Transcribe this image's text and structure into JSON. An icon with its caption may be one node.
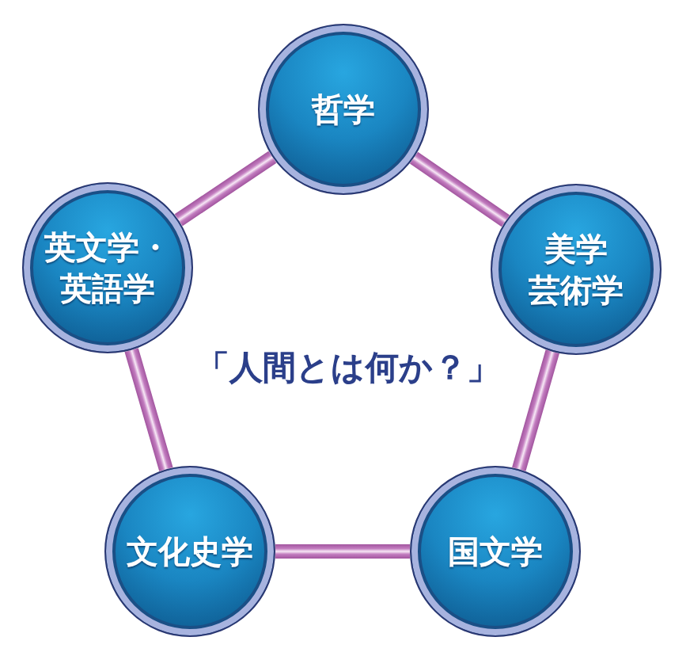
{
  "diagram": {
    "nodes": [
      {
        "text": [
          "哲学"
        ]
      },
      {
        "text": [
          "英文学・英語学"
        ]
      },
      {
        "text": [
          "美学",
          "芸術学"
        ]
      },
      {
        "text": [
          "文化史学"
        ]
      },
      {
        "text": [
          "国文学"
        ]
      }
    ],
    "edges": [
      {
        "from": 0,
        "to": 2,
        "arrow": "none"
      },
      {
        "from": 2,
        "to": 4,
        "arrow": "none"
      },
      {
        "from": 4,
        "to": 3,
        "arrow": "none"
      },
      {
        "from": 3,
        "to": 1,
        "arrow": "none"
      },
      {
        "from": 1,
        "to": 0,
        "arrow": "none"
      }
    ],
    "labels": [
      "「人間とは何か？」"
    ]
  }
}
